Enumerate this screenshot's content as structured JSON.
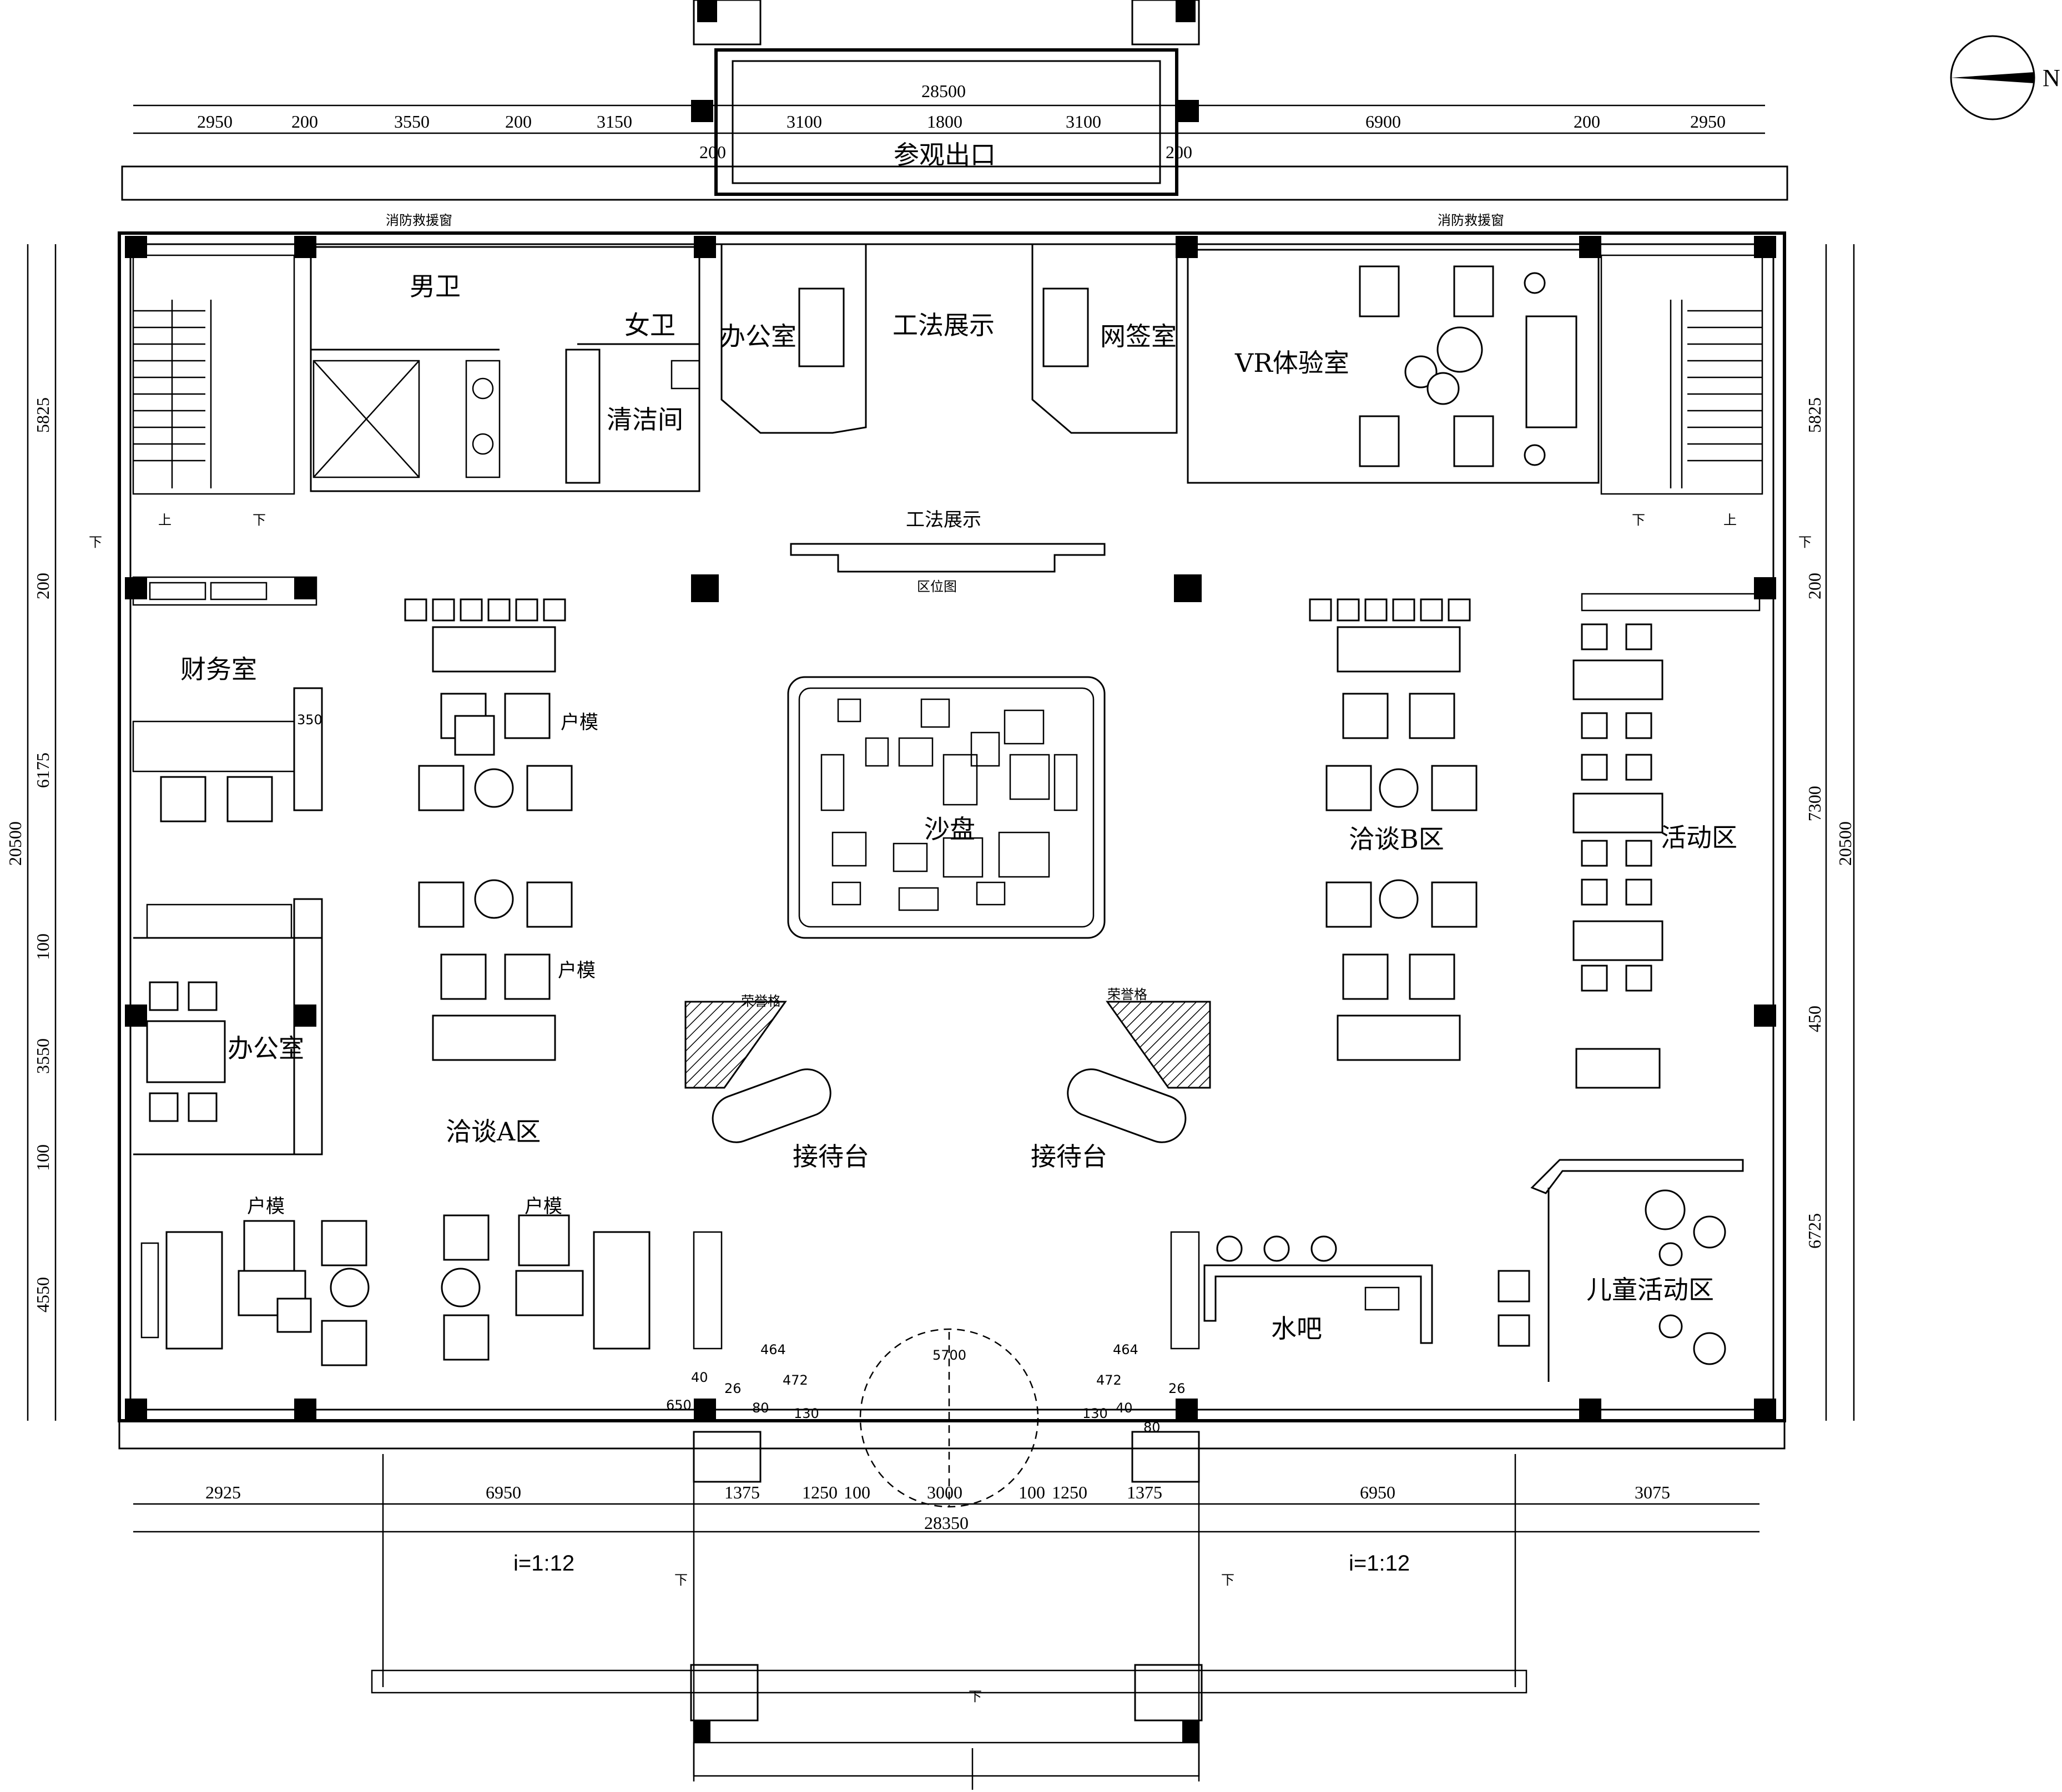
{
  "rooms": {
    "exit": "参观出口",
    "fire_window_left": "消防救援窗",
    "fire_window_right": "消防救援窗",
    "mens_toilet": "男卫",
    "womens_toilet": "女卫",
    "cleaning": "清洁间",
    "office_top": "办公室",
    "method_display_top": "工法展示",
    "signing_room": "网签室",
    "vr_room": "VR体验室",
    "method_display_mid": "工法展示",
    "location_map": "区位图",
    "finance": "财务室",
    "office_left": "办公室",
    "sand_table": "沙盘",
    "negotiation_a": "洽谈A区",
    "negotiation_b": "洽谈B区",
    "unit_model_1": "户模",
    "unit_model_2": "户模",
    "unit_model_3": "户模",
    "unit_model_4": "户模",
    "honor_left": "荣誉格",
    "honor_right": "荣誉格",
    "reception_left": "接待台",
    "reception_right": "接待台",
    "activity": "活动区",
    "kids_activity": "儿童活动区",
    "water_bar": "水吧"
  },
  "stair_marks": {
    "up_left": "上",
    "down_left_door": "下",
    "down_left_stair": "下",
    "down_right_stair": "下",
    "up_right": "上",
    "down_right_door": "下",
    "down_ramp_left": "下",
    "down_ramp_right": "下",
    "down_bottom": "下"
  },
  "slopes": {
    "left": "i=1:12",
    "right": "i=1:12"
  },
  "north": "N",
  "dimensions": {
    "top_total": "28500",
    "top_row": [
      "2950",
      "200",
      "3550",
      "200",
      "3150",
      "3100",
      "1800",
      "3100",
      "6900",
      "200",
      "2950"
    ],
    "top_small_left": "200",
    "top_small_right": "200",
    "left_total": "20500",
    "left_row": [
      "5825",
      "200",
      "6175",
      "100",
      "3550",
      "100",
      "4550"
    ],
    "right_total": "20500",
    "right_row": [
      "5825",
      "200",
      "7300",
      "450",
      "6725"
    ],
    "bottom_total": "28350",
    "bottom_row": [
      "2925",
      "6950",
      "1375",
      "1250",
      "100",
      "3000",
      "100",
      "1250",
      "1375",
      "6950",
      "3075"
    ],
    "finance_small": "350",
    "door_left": [
      "464",
      "26",
      "472",
      "40",
      "80",
      "130",
      "650"
    ],
    "door_right": [
      "464",
      "26",
      "472",
      "40",
      "130",
      "80"
    ],
    "door_center": "5700"
  }
}
